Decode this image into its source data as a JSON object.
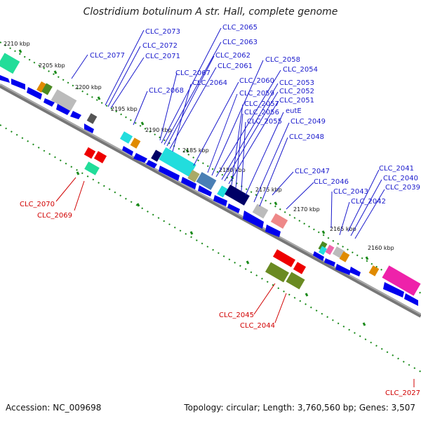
{
  "title": "Clostridium botulinum A str. Hall, complete genome",
  "accession": "Accession: NC_009698",
  "summary": "Topology: circular; Length: 3,760,560 bp; Genes: 3,507",
  "colors": {
    "cds": "#0000ee",
    "leader_line_gene": "#1a1acc",
    "leader_line_other": "#d10000",
    "backbone": "#7a7a7a",
    "tick": "#1a8a1a"
  },
  "scale_labels": [
    "2210 kbp",
    "2205 kbp",
    "2200 kbp",
    "2195 kbp",
    "2190 kbp",
    "2185 kbp",
    "2180 kbp",
    "2175 kbp",
    "2170 kbp",
    "2165 kbp",
    "2160 kbp"
  ],
  "gene_labels": [
    "CLC_2077",
    "CLC_2073",
    "CLC_2072",
    "CLC_2071",
    "CLC_2068",
    "CLC_2067",
    "CLC_2065",
    "CLC_2063",
    "CLC_2062",
    "CLC_2061",
    "CLC_2064",
    "CLC_2060",
    "CLC_2059",
    "CLC_2058",
    "CLC_2054",
    "CLC_2053",
    "CLC_2052",
    "CLC_2051",
    "CLC_2057",
    "CLC_2056",
    "CLC_2055",
    "eutE",
    "CLC_2049",
    "CLC_2048",
    "CLC_2047",
    "CLC_2046",
    "CLC_2043",
    "CLC_2042",
    "CLC_2041",
    "CLC_2040",
    "CLC_2039"
  ],
  "other_labels": [
    "CLC_2070",
    "CLC_2069",
    "CLC_2045",
    "CLC_2044",
    "CLC_2027"
  ]
}
